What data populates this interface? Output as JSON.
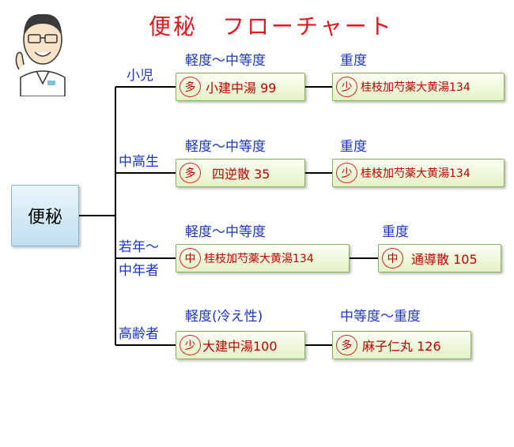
{
  "title": "便秘　フローチャート",
  "root": "便秘",
  "groups": {
    "child": "小児",
    "middle_high": "中高生",
    "young_line1": "若年～",
    "young_line2": "中年者",
    "elderly": "高齢者"
  },
  "severity": {
    "mild_moderate": "軽度～中等度",
    "severe": "重度",
    "mild_cold": "軽度(冷え性)",
    "moderate_severe": "中等度～重度"
  },
  "badges": {
    "many": "多",
    "few": "少",
    "medium": "中"
  },
  "medicines": {
    "shokenchuto": "小建中湯 99",
    "keishikashakuyakudaioto": "桂枝加芍薬大黄湯134",
    "shigyakusan": "四逆散 35",
    "tsudosan": "通導散 105",
    "daikenchuto": "大建中湯100",
    "mashiningan": "麻子仁丸 126"
  },
  "colors": {
    "title": "#e8141c",
    "group_text": "#1c35c8",
    "medicine_text": "#c00000",
    "box_border": "#8ab05a",
    "root_fill": "#bfe0f0"
  }
}
